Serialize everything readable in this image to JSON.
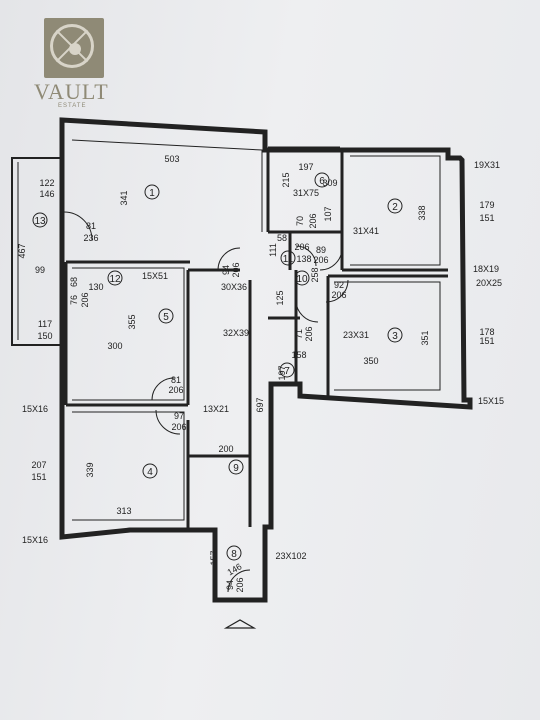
{
  "logo": {
    "name": "VAULT",
    "sub": "ESTATE"
  },
  "plan": {
    "rooms": [
      "1",
      "2",
      "3",
      "4",
      "5",
      "6",
      "7",
      "8",
      "9",
      "10",
      "11",
      "12",
      "13"
    ],
    "dimensions": [
      "503",
      "341",
      "309",
      "338",
      "197",
      "19X31",
      "215",
      "31X75",
      "107",
      "31X41",
      "179",
      "151",
      "70",
      "206",
      "58",
      "206",
      "138",
      "89",
      "206",
      "18X19",
      "20X25",
      "111",
      "258",
      "92",
      "206",
      "94",
      "206",
      "15X51",
      "30X36",
      "122",
      "146",
      "81",
      "236",
      "467",
      "99",
      "68",
      "130",
      "76",
      "206",
      "355",
      "300",
      "117",
      "150",
      "125",
      "32X39",
      "71",
      "206",
      "23X31",
      "178",
      "151",
      "350",
      "351",
      "158",
      "197",
      "81",
      "206",
      "697",
      "15X16",
      "97",
      "206",
      "13X21",
      "15X15",
      "207",
      "151",
      "339",
      "200",
      "313",
      "15X16",
      "157",
      "94",
      "206",
      "23X102",
      "146"
    ]
  }
}
